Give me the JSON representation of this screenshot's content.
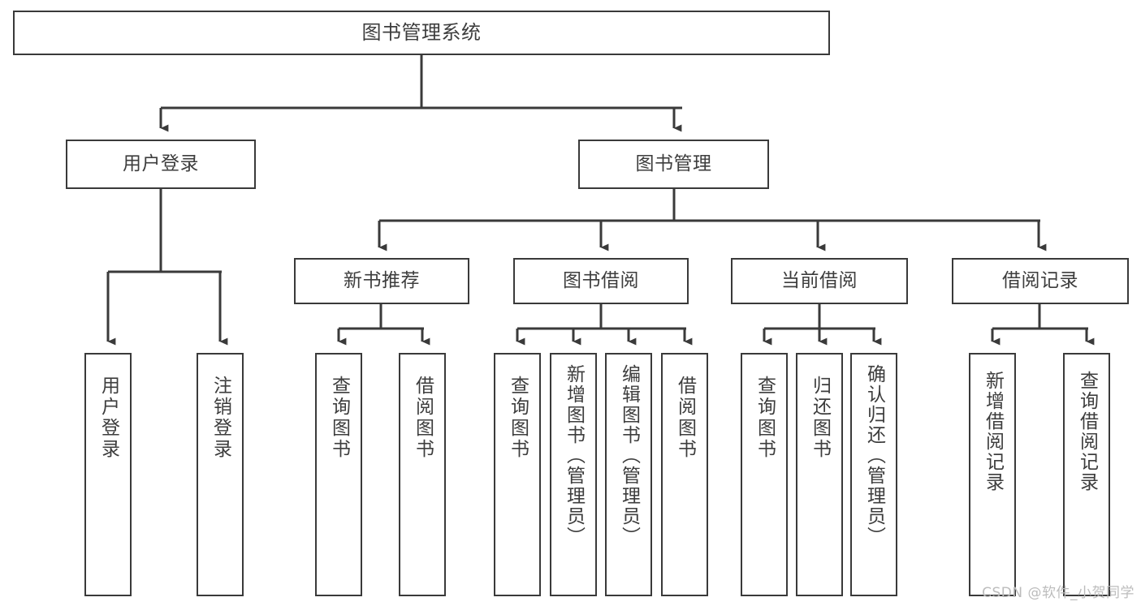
{
  "diagram": {
    "type": "tree",
    "title": "图书管理系统",
    "watermark": "CSDN @软件_小贺同学",
    "colors": {
      "background": "#ffffff",
      "node_border": "#3a3a3a",
      "node_fill": "#ffffff",
      "text": "#3d3d3d",
      "edge": "#3a3a3a",
      "watermark": "#bcbcbc"
    },
    "root": {
      "label": "图书管理系统"
    },
    "level1": [
      {
        "label": "用户登录"
      },
      {
        "label": "图书管理"
      }
    ],
    "level2": [
      {
        "label": "新书推荐"
      },
      {
        "label": "图书借阅"
      },
      {
        "label": "当前借阅"
      },
      {
        "label": "借阅记录"
      }
    ],
    "leaves": {
      "user_login": [
        {
          "label": "用户登录"
        },
        {
          "label": "注销登录"
        }
      ],
      "new_book_recommend": [
        {
          "label": "查询图书"
        },
        {
          "label": "借阅图书"
        }
      ],
      "book_borrow": [
        {
          "label": "查询图书"
        },
        {
          "label": "新增图书（管理员）"
        },
        {
          "label": "编辑图书（管理员）"
        },
        {
          "label": "借阅图书"
        }
      ],
      "current_borrow": [
        {
          "label": "查询图书"
        },
        {
          "label": "归还图书"
        },
        {
          "label": "确认归还（管理员）"
        }
      ],
      "borrow_record": [
        {
          "label": "新增借阅记录"
        },
        {
          "label": "查询借阅记录"
        }
      ]
    }
  }
}
